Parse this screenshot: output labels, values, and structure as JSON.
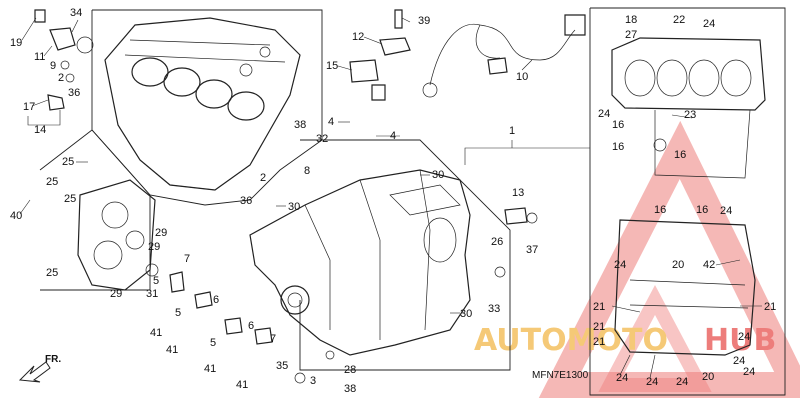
{
  "diagram": {
    "code": "MFN7E1300",
    "front_marker": "FR.",
    "watermark": {
      "word_a": "AUTOMOTO",
      "word_b": "HUB",
      "color_a": "#f2b84a",
      "color_b": "#e8524f"
    },
    "callouts": [
      {
        "n": "19"
      },
      {
        "n": "34"
      },
      {
        "n": "11"
      },
      {
        "n": "9"
      },
      {
        "n": "2"
      },
      {
        "n": "36"
      },
      {
        "n": "17"
      },
      {
        "n": "14"
      },
      {
        "n": "39"
      },
      {
        "n": "12"
      },
      {
        "n": "15"
      },
      {
        "n": "10"
      },
      {
        "n": "18"
      },
      {
        "n": "27"
      },
      {
        "n": "22"
      },
      {
        "n": "24"
      },
      {
        "n": "24"
      },
      {
        "n": "16"
      },
      {
        "n": "23"
      },
      {
        "n": "16"
      },
      {
        "n": "16"
      },
      {
        "n": "16"
      },
      {
        "n": "16"
      },
      {
        "n": "24"
      },
      {
        "n": "1"
      },
      {
        "n": "4"
      },
      {
        "n": "4"
      },
      {
        "n": "38"
      },
      {
        "n": "32"
      },
      {
        "n": "8"
      },
      {
        "n": "30"
      },
      {
        "n": "30"
      },
      {
        "n": "2"
      },
      {
        "n": "36"
      },
      {
        "n": "25"
      },
      {
        "n": "25"
      },
      {
        "n": "25"
      },
      {
        "n": "40"
      },
      {
        "n": "29"
      },
      {
        "n": "29"
      },
      {
        "n": "25"
      },
      {
        "n": "29"
      },
      {
        "n": "31"
      },
      {
        "n": "13"
      },
      {
        "n": "26"
      },
      {
        "n": "37"
      },
      {
        "n": "33"
      },
      {
        "n": "30"
      },
      {
        "n": "7"
      },
      {
        "n": "5"
      },
      {
        "n": "6"
      },
      {
        "n": "41"
      },
      {
        "n": "5"
      },
      {
        "n": "41"
      },
      {
        "n": "6"
      },
      {
        "n": "7"
      },
      {
        "n": "5"
      },
      {
        "n": "41"
      },
      {
        "n": "41"
      },
      {
        "n": "35"
      },
      {
        "n": "3"
      },
      {
        "n": "28"
      },
      {
        "n": "38"
      },
      {
        "n": "24"
      },
      {
        "n": "20"
      },
      {
        "n": "42"
      },
      {
        "n": "21"
      },
      {
        "n": "21"
      },
      {
        "n": "21"
      },
      {
        "n": "21"
      },
      {
        "n": "24"
      },
      {
        "n": "24"
      },
      {
        "n": "24"
      },
      {
        "n": "24"
      },
      {
        "n": "20"
      },
      {
        "n": "24"
      },
      {
        "n": "24"
      }
    ]
  }
}
